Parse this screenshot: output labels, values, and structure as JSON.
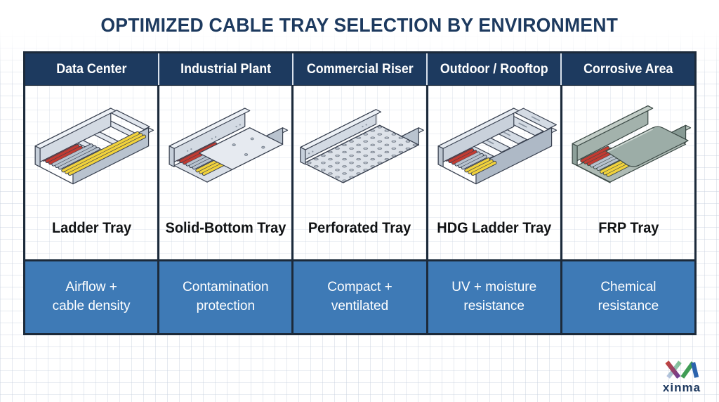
{
  "title": "OPTIMIZED CABLE TRAY SELECTION BY ENVIRONMENT",
  "table": {
    "columns": [
      {
        "environment": "Data Center",
        "tray_name": "Ladder Tray",
        "benefit_line1": "Airflow +",
        "benefit_line2": "cable density",
        "illustration": "ladder-tray"
      },
      {
        "environment": "Industrial Plant",
        "tray_name": "Solid-Bottom Tray",
        "benefit_line1": "Contamination",
        "benefit_line2": "protection",
        "illustration": "solid-bottom-tray"
      },
      {
        "environment": "Commercial Riser",
        "tray_name": "Perforated Tray",
        "benefit_line1": "Compact +",
        "benefit_line2": "ventilated",
        "illustration": "perforated-tray"
      },
      {
        "environment": "Outdoor / Rooftop",
        "tray_name": "HDG Ladder Tray",
        "benefit_line1": "UV + moisture",
        "benefit_line2": "resistance",
        "illustration": "hdg-ladder-tray"
      },
      {
        "environment": "Corrosive Area",
        "tray_name": "FRP Tray",
        "benefit_line1": "Chemical",
        "benefit_line2": "resistance",
        "illustration": "frp-tray"
      }
    ]
  },
  "logo": {
    "brand": "xinma",
    "mark": "xm-monogram"
  },
  "colors": {
    "title_navy": "#1d3a5f",
    "header_bg": "#1d3a5f",
    "header_text": "#ffffff",
    "benefit_bg": "#3e7ab6",
    "benefit_text": "#ffffff",
    "table_border": "#1c2a3a",
    "tray_label_text": "#101214",
    "steel_gray": "#d3dae3",
    "frp_green_gray": "#a3b2ac",
    "cable_red": "#c23b32",
    "cable_gray": "#b7c2ce",
    "cable_yellow": "#f1d23c"
  }
}
